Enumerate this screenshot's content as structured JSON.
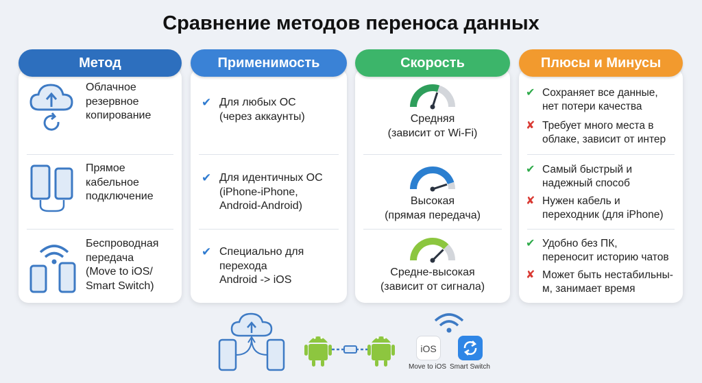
{
  "title": "Сравнение методов переноса данных",
  "colors": {
    "method": "#2d6fbe",
    "applicability": "#3a82d6",
    "speed": "#3cb56a",
    "pros_cons": "#f29a2e",
    "check_blue": "#2f7bd0",
    "plus_green": "#2eaa4a",
    "minus_red": "#d93a33"
  },
  "headers": {
    "method": "Метод",
    "applicability": "Применимость",
    "speed": "Скорость",
    "pros_cons": "Плюсы и Минусы"
  },
  "methods": [
    {
      "label_lines": [
        "Облачное",
        "резервное",
        "копирование"
      ],
      "icon": "cloud-backup-icon"
    },
    {
      "label_lines": [
        "Прямое",
        "кабельное",
        "подключение"
      ],
      "icon": "cable-phones-icon"
    },
    {
      "label_lines": [
        "Беспроводная",
        "передача",
        "(Move to iOS/",
        "Smart Switch)"
      ],
      "icon": "wireless-phones-icon"
    }
  ],
  "applicability": [
    {
      "lines": [
        "Для любых ОС",
        "(через аккаунты)"
      ]
    },
    {
      "lines": [
        "Для идентичных ОС",
        "(iPhone-iPhone,",
        "Android-Android)"
      ]
    },
    {
      "lines": [
        "Специально для",
        "перехода",
        "Android -> iOS"
      ]
    }
  ],
  "speed": [
    {
      "lines": [
        "Средняя",
        "(зависит от Wi-Fi)"
      ],
      "gauge_level": 0.6,
      "gauge_color": "#2e9e5b"
    },
    {
      "lines": [
        "Высокая",
        "(прямая передача)"
      ],
      "gauge_level": 0.9,
      "gauge_color": "#2b7fd0"
    },
    {
      "lines": [
        "Средне-высокая",
        "(зависит от сигнала)"
      ],
      "gauge_level": 0.75,
      "gauge_color": "#8cc63f"
    }
  ],
  "pros_cons": [
    {
      "pro": [
        "Сохраняет все данные,",
        "нет потери качества"
      ],
      "con": [
        "Требует много места в",
        "облаке, зависит от интер"
      ]
    },
    {
      "pro": [
        "Самый быстрый и",
        "надежный способ"
      ],
      "con": [
        "Нужен кабель и",
        "переходник (для iPhone)"
      ]
    },
    {
      "pro": [
        "Удобно без ПК,",
        "переносит историю чатов"
      ],
      "con": [
        "Может быть нестабильны-",
        "м, занимает время"
      ]
    }
  ],
  "bottom": {
    "ios_app_label": "iOS",
    "move_to_ios": "Move to iOS",
    "smart_switch": "Smart Switch"
  }
}
